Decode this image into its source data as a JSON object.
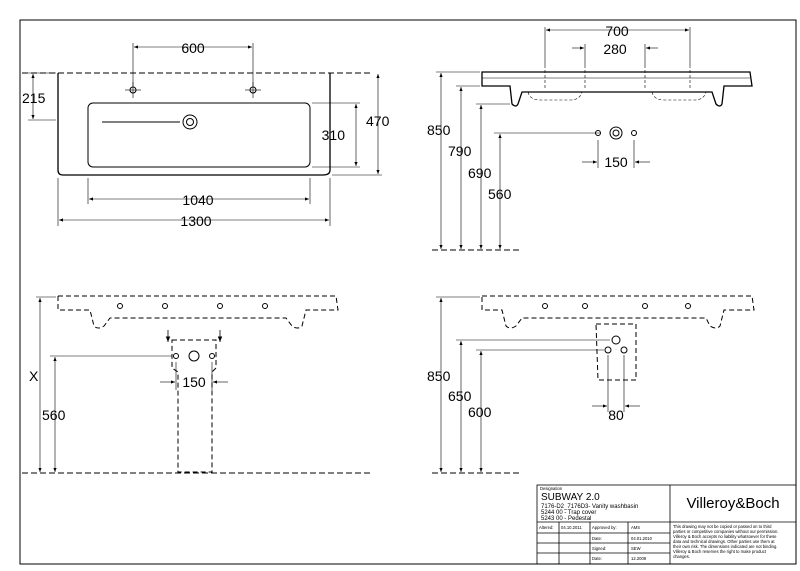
{
  "views": {
    "top": {
      "dims": [
        "600",
        "215",
        "470",
        "310",
        "1040",
        "1300"
      ]
    },
    "front": {
      "dims": [
        "700",
        "280",
        "850",
        "790",
        "690",
        "560",
        "150"
      ]
    },
    "rear": {
      "dims": [
        "X",
        "560",
        "150"
      ]
    },
    "side": {
      "dims": [
        "850",
        "650",
        "600",
        "80"
      ]
    }
  },
  "title_block": {
    "designation_label": "Designation",
    "product": "SUBWAY 2.0",
    "line1": "7176-D2_7176D3- Vanity washbasin",
    "line2": "5244 00 - Trap cover",
    "line3": "5243 00 - Pedestal",
    "altered_label": "Altered:",
    "altered_date": "04.10.2011",
    "approved_label": "Approved by:",
    "approved_by": "AMS",
    "date_label_1": "Date:",
    "date_1": "04.01.2010",
    "signed_label": "Signed:",
    "signed_by": "SEW",
    "date_label_2": "Date:",
    "date_2": "12.2009",
    "brand": "Villeroy&Boch",
    "disclaimer": [
      "This drawing may not be copied or passed on to third",
      "parties or competitive companies without our permission.",
      "Villeroy & Boch accepts no liability whatsoever for these",
      "data and technical drawings. Other parties use them at",
      "their own risk. The dimensions indicated are not binding.",
      "Villeroy & Boch reserves the right to make product",
      "changes."
    ]
  }
}
